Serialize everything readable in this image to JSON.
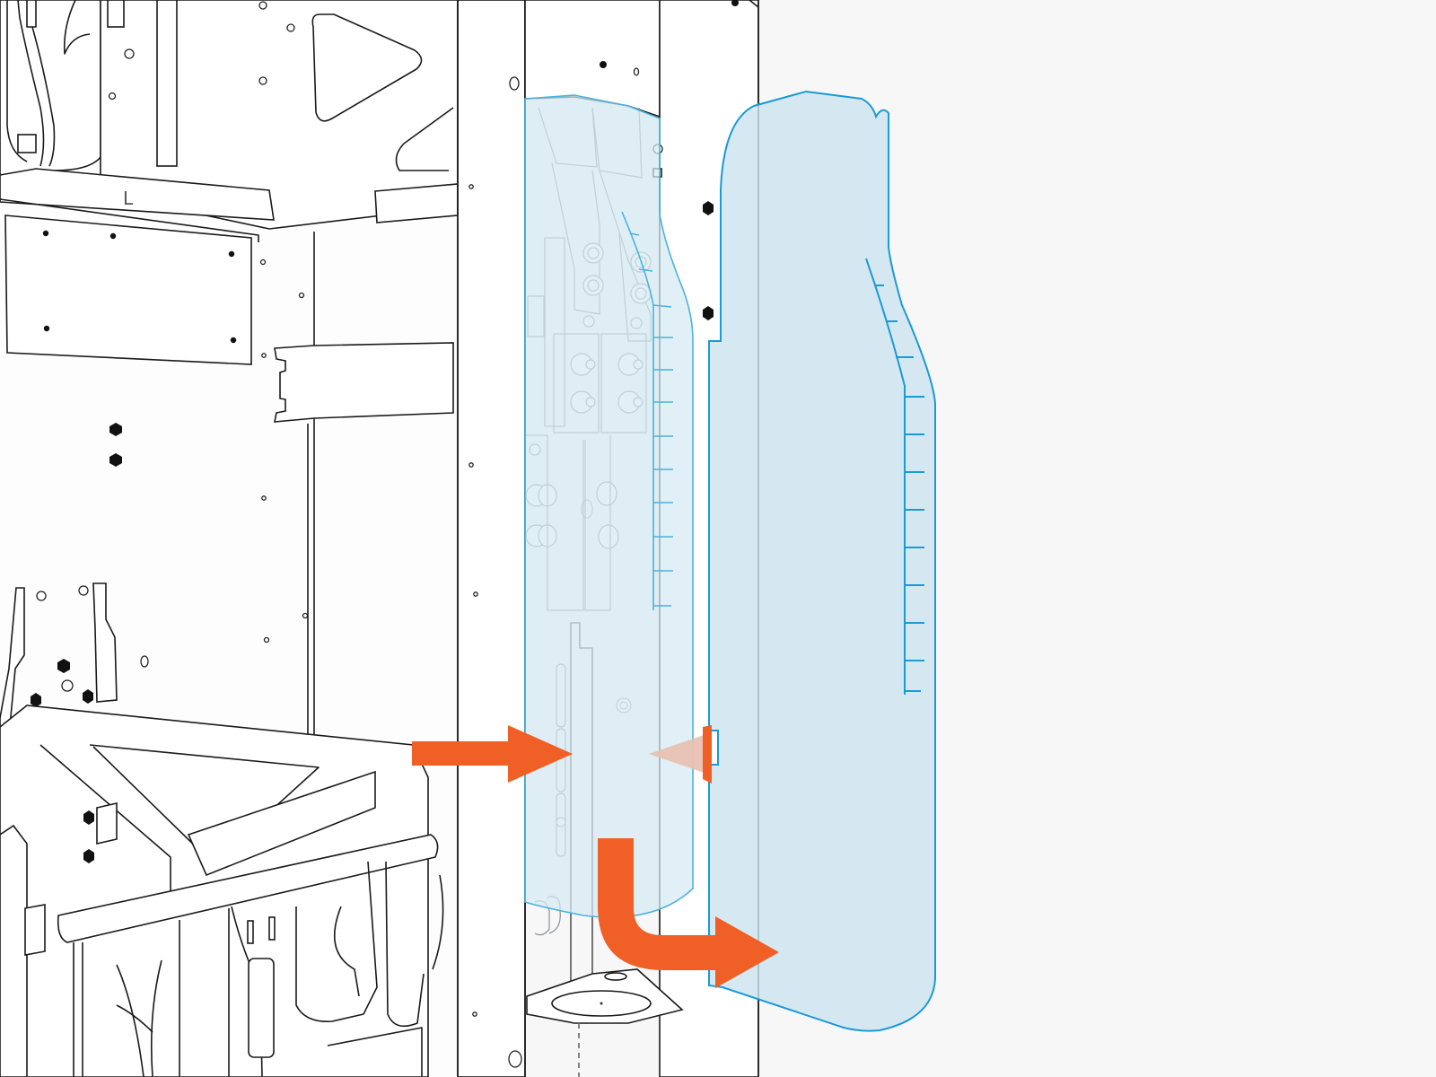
{
  "diagram": {
    "title": "",
    "type": "exploded assembly illustration",
    "background_color": "#f7f7f7",
    "colors": {
      "arrow": "#f05f25",
      "arrow_faded": "#e8c1b3",
      "cover_fill": "#d6e9f3",
      "cover_stroke": "#1a9ad6",
      "line_art": "#1a1a1a"
    },
    "components": [
      {
        "id": "machine-frame",
        "label": "",
        "description": "Line-art machine chassis with brackets, basket and mounting holes"
      },
      {
        "id": "installed-side-cover",
        "label": "",
        "description": "Translucent blue side cover shown in installed position over mechanism"
      },
      {
        "id": "removed-side-cover",
        "label": "",
        "description": "Translucent blue side cover shown pulled out to the right"
      },
      {
        "id": "lower-mount-plate",
        "label": "",
        "description": "Hexagonal base plate with round recess"
      }
    ],
    "arrows": [
      {
        "id": "push-arrow",
        "direction": "right",
        "meaning": "push / release tab"
      },
      {
        "id": "faded-arrow",
        "direction": "left",
        "meaning": "tab engagement"
      },
      {
        "id": "lift-out-arrow",
        "direction": "down-then-right",
        "meaning": "lift down and slide cover out"
      }
    ],
    "annotations": [
      {
        "id": "letter-marking",
        "text": "L"
      }
    ]
  }
}
